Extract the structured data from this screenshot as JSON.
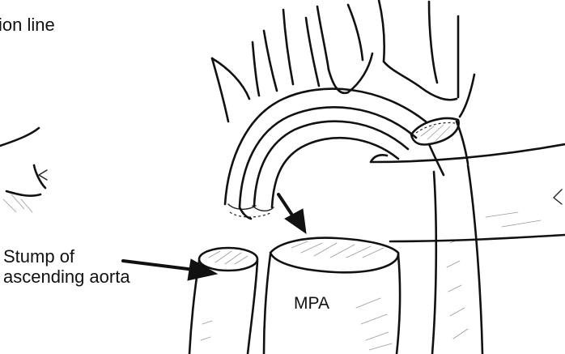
{
  "labels": {
    "resection_line": "ion line",
    "stump_line1": "Stump of",
    "stump_line2": "ascending aorta",
    "mpa": "MPA"
  },
  "colors": {
    "ink": "#111111",
    "background": "#ffffff",
    "shading": "#9a9a9a"
  }
}
